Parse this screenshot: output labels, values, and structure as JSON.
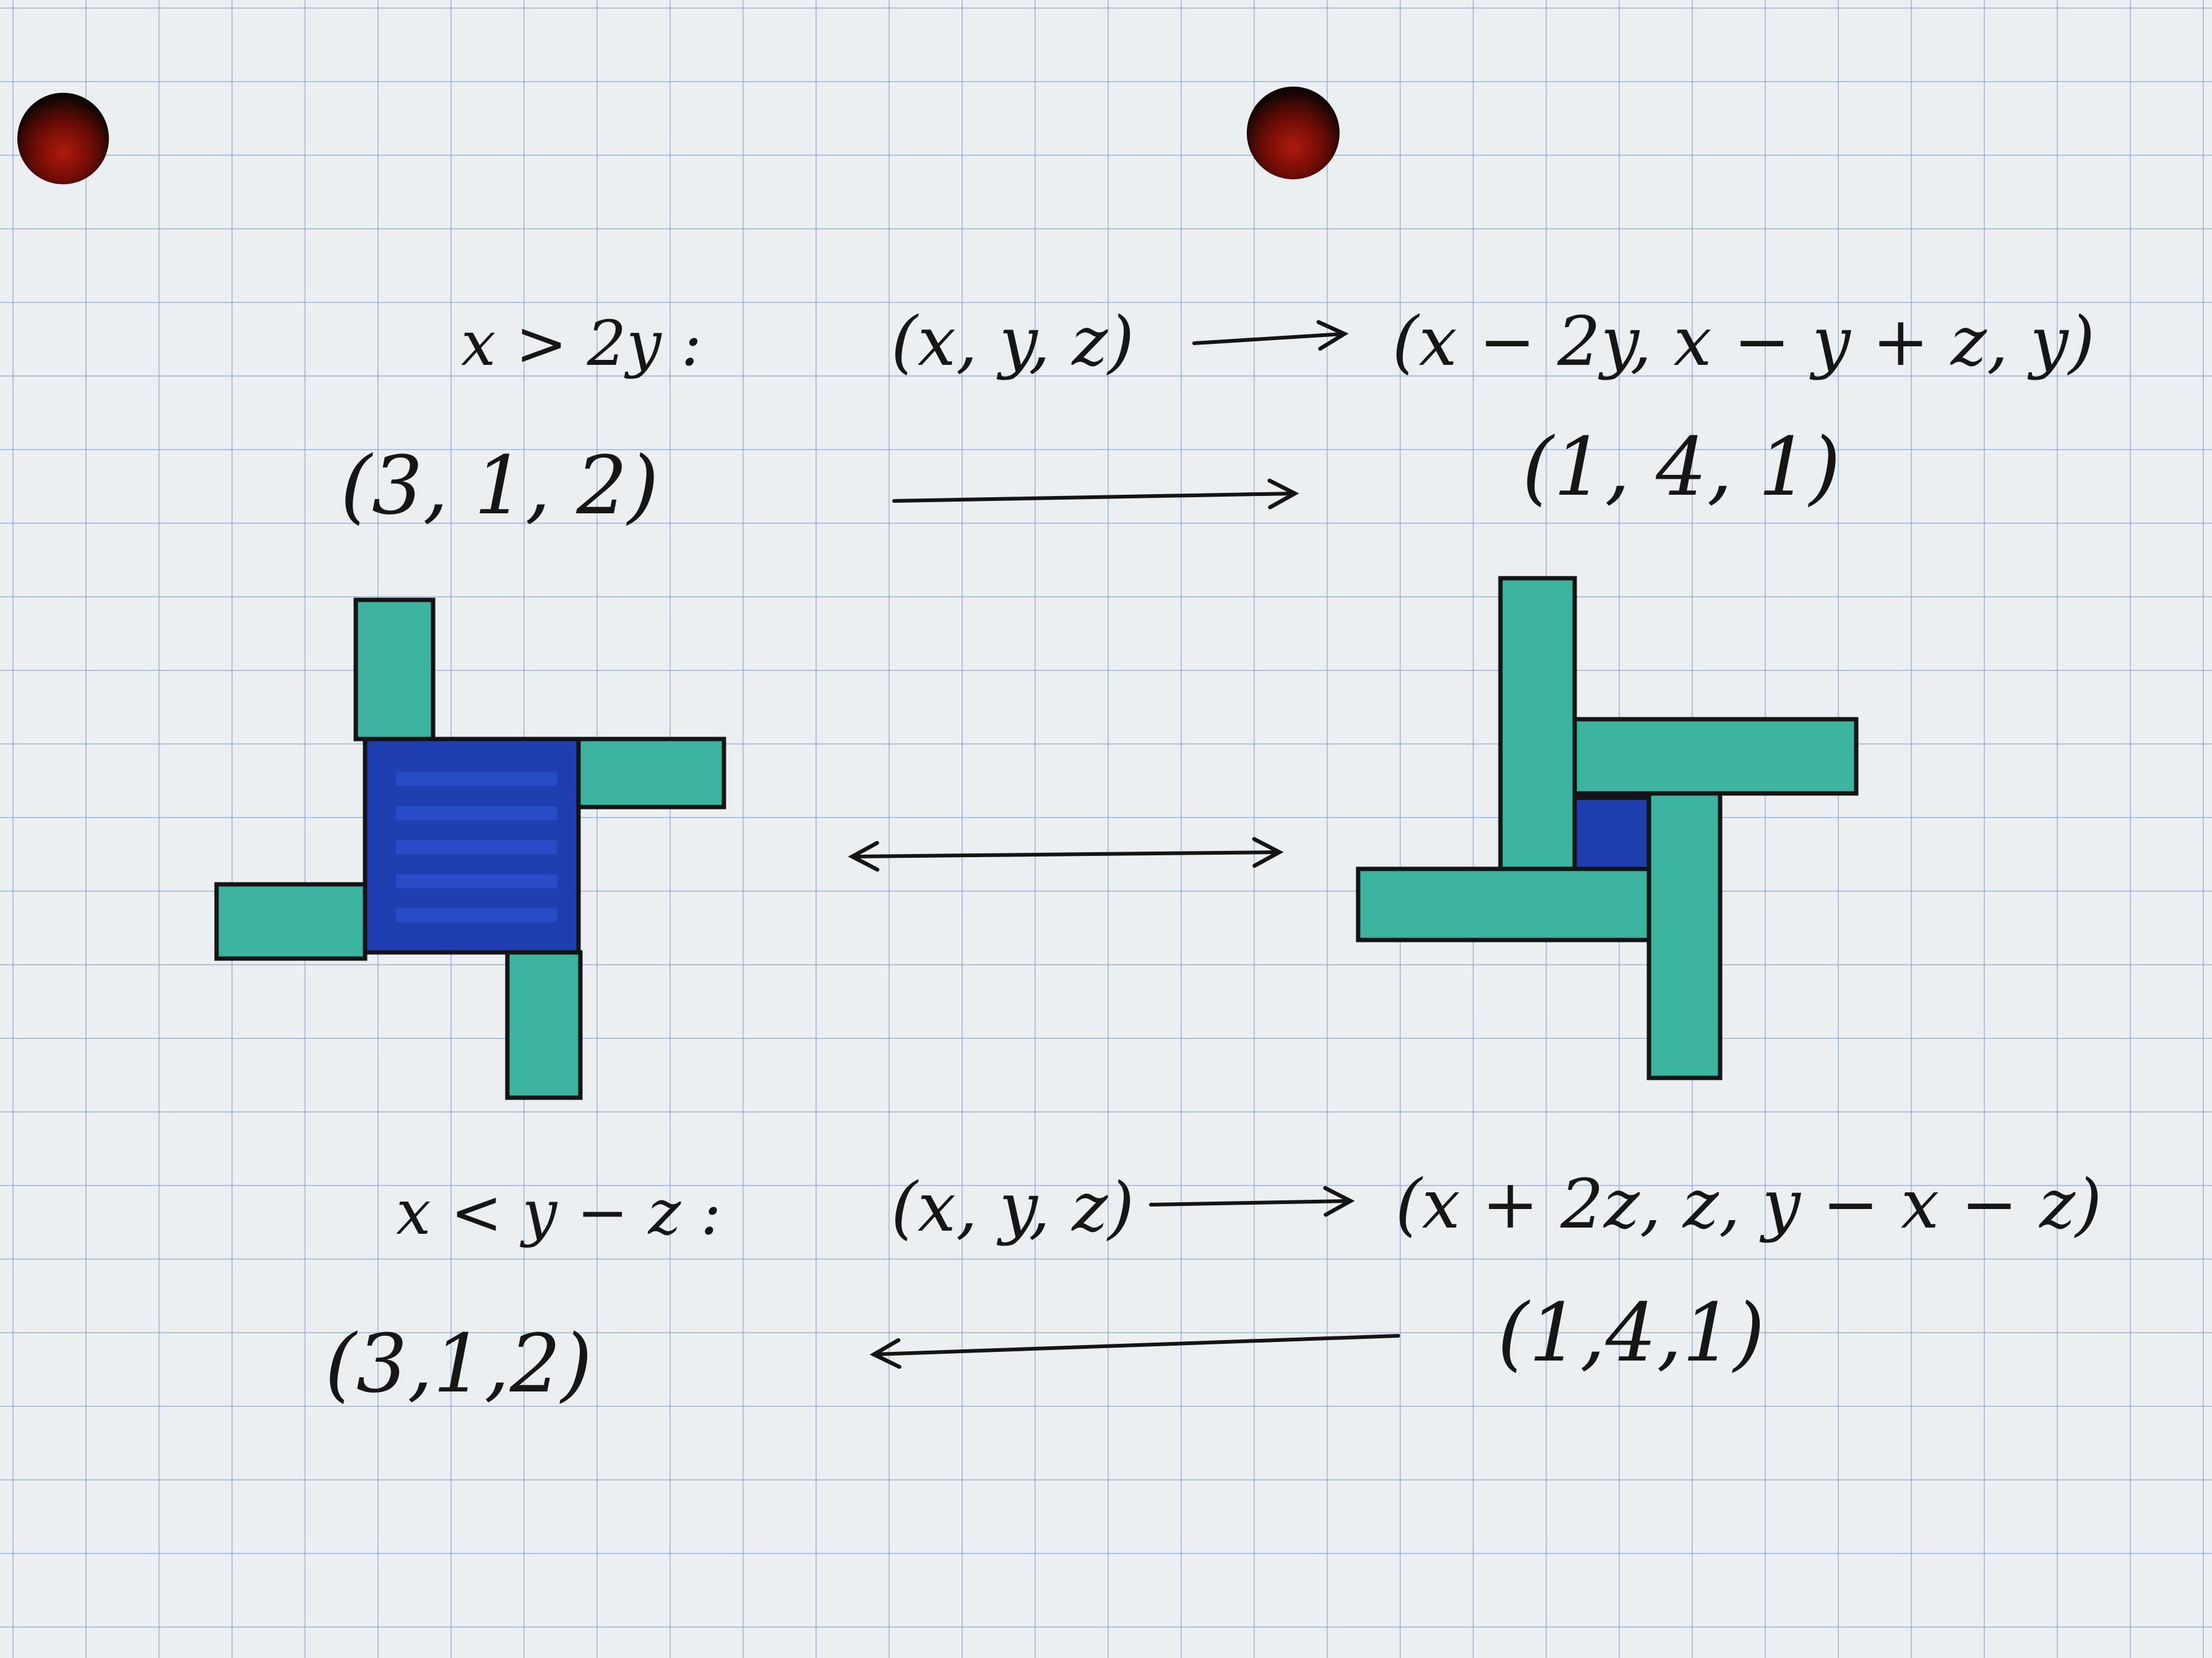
{
  "colors": {
    "teal": "#3cb39e",
    "blue": "#1f3fb0",
    "deep_blue": "#2a4ecb",
    "ink": "#141414",
    "paper": "#eceff2",
    "grid": "#78a0cd"
  },
  "top_rule": {
    "condition": "x > 2y :",
    "domain": "(x, y, z)",
    "image": "(x − 2y,  x − y + z, y)"
  },
  "top_example": {
    "from": "(3, 1, 2)",
    "to": "(1, 4, 1)"
  },
  "bottom_rule": {
    "condition": "x < y − z :",
    "domain": "(x, y, z)",
    "image": "(x + 2z,  z,  y − x − z)"
  },
  "bottom_example": {
    "from": "(3,1,2)",
    "to": "(1,4,1)"
  }
}
